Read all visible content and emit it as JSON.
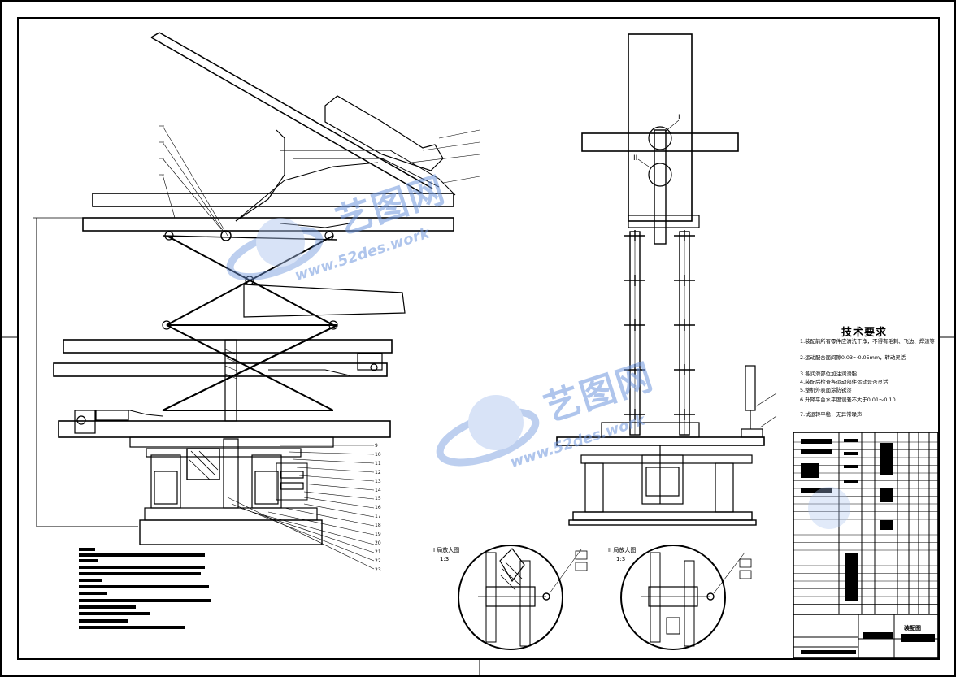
{
  "technical_requirements": {
    "title": "技术要求",
    "items": [
      "1.装配前所有零件应清洗干净，不得有毛刺、飞边、焊渣等",
      "2.运动配合面间隙0.03～0.05mm，转动灵活",
      "3.各润滑部位加注润滑脂",
      "4.装配后检查各运动部件运动是否灵活",
      "5.整机外表面涂防锈漆",
      "6.升降平台水平度误差不大于0.01～0.10",
      "7.试运转平稳，无异常噪声"
    ]
  },
  "details": {
    "detail_1": {
      "name": "I 局放大图",
      "scale": "1:3"
    },
    "detail_2": {
      "name": "II 局放大图",
      "scale": "1:3"
    },
    "marker_1": "I",
    "marker_2": "II"
  },
  "title_block": {
    "drawing_name": "装配图"
  },
  "watermark": {
    "brand_cn": "艺图网",
    "url": "www.52des.work"
  },
  "balloon_numbers": [
    "9",
    "10",
    "11",
    "12",
    "13",
    "14",
    "15",
    "16",
    "17",
    "18",
    "19",
    "20",
    "21",
    "22",
    "23"
  ],
  "colors": {
    "line": "#000000",
    "watermark": "#6e96dc"
  }
}
